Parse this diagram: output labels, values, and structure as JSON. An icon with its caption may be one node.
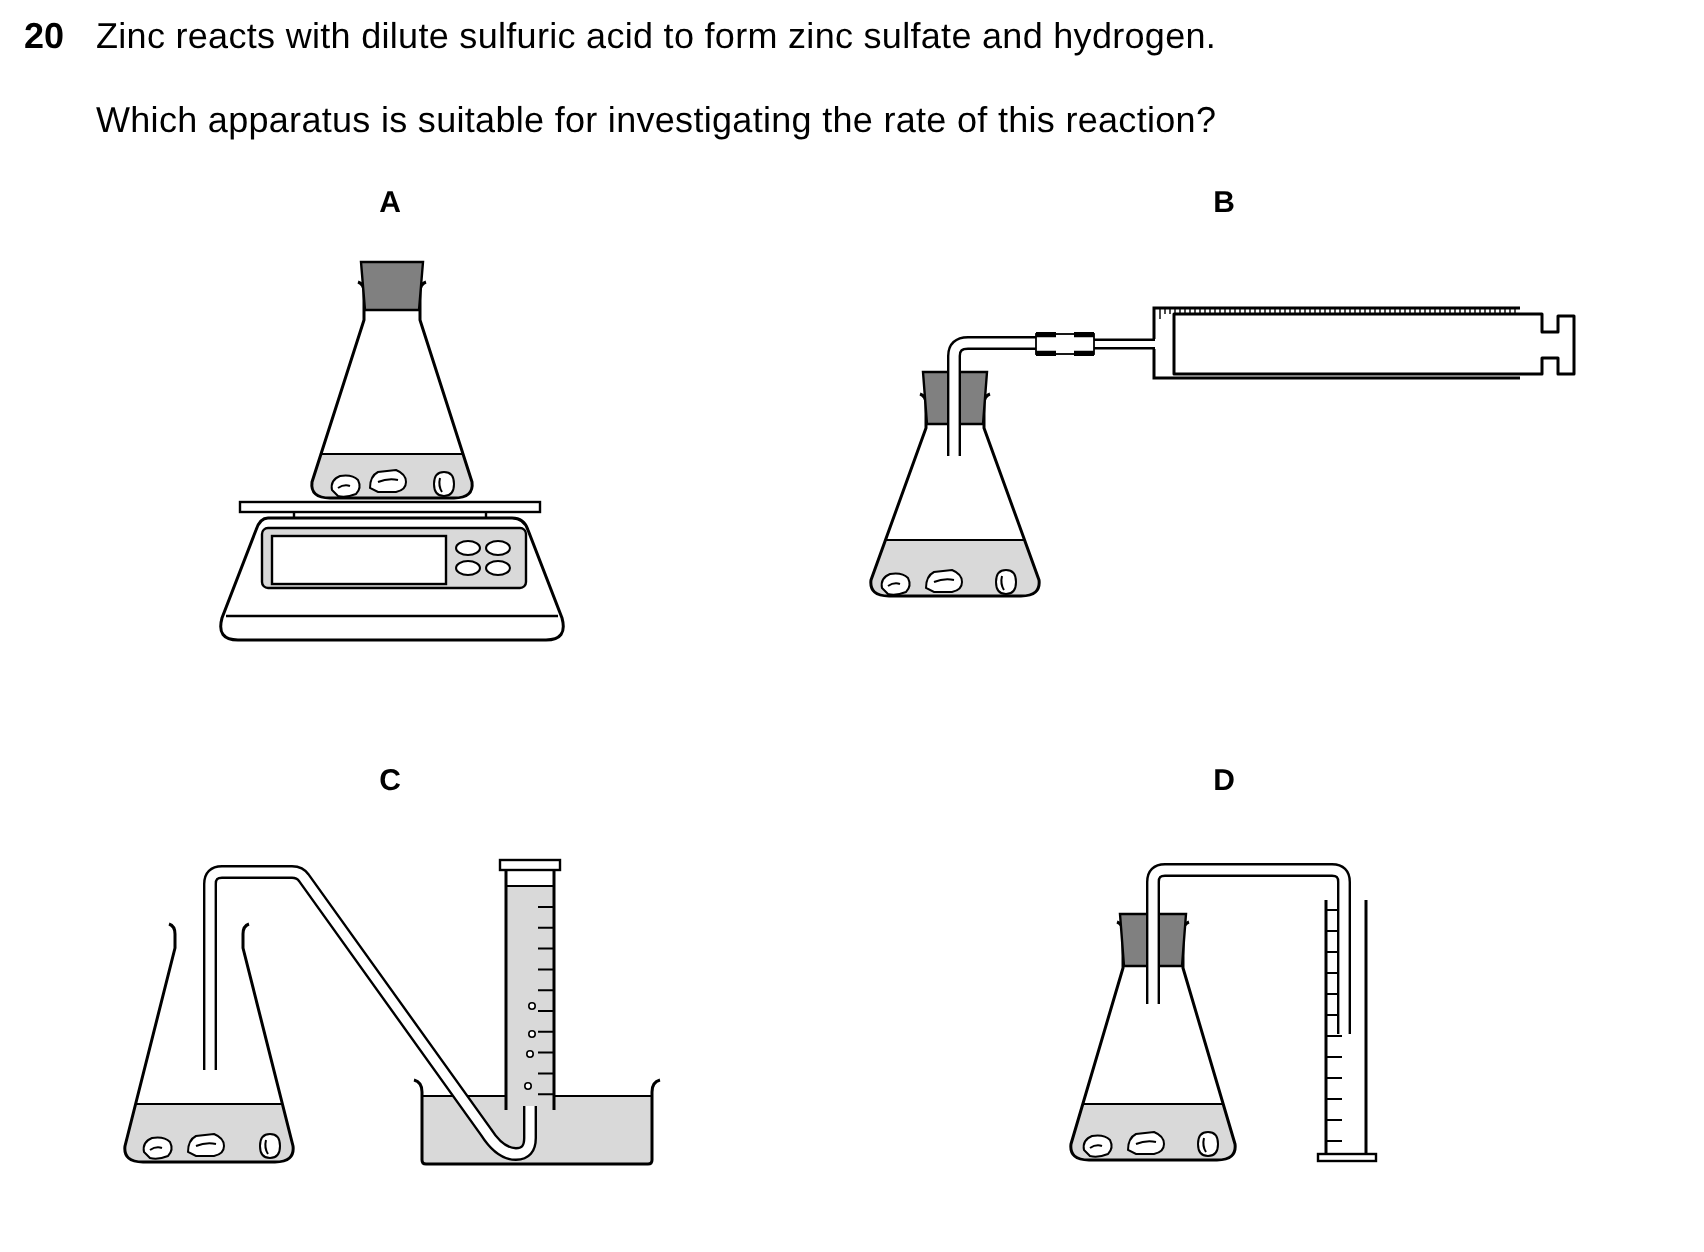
{
  "diagram": {
    "labels": [
      "20",
      "Zinc reacts with dilute sulfuric acid to form zinc sulfate and hydrogen.",
      "Which apparatus is suitable for investigating the rate of this reaction?",
      "A",
      "B",
      "C",
      "D"
    ]
  }
}
